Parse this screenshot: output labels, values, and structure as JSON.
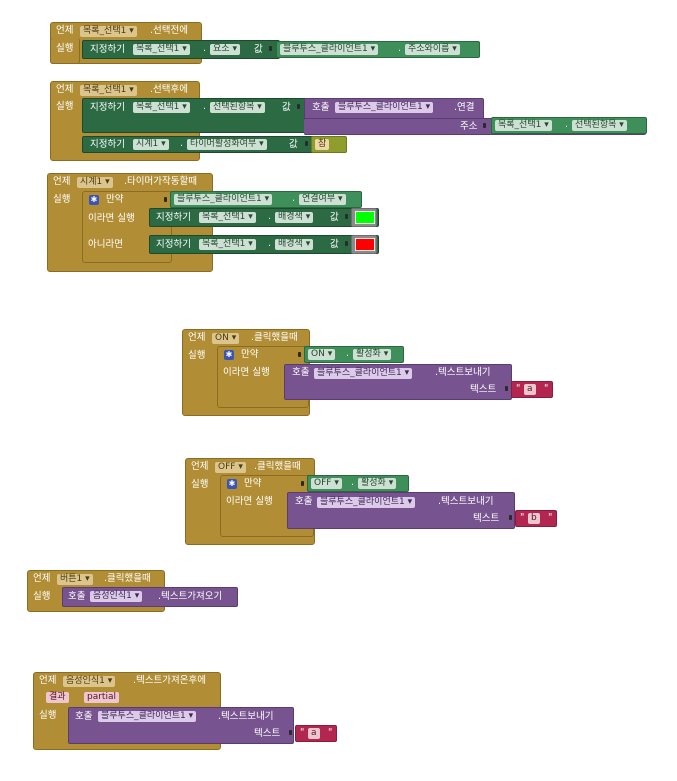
{
  "words": {
    "when": "언제",
    "do": "실행",
    "set": "지정하기",
    "call": "호출",
    "to": "값",
    "if": "만약",
    "then": "이라면",
    "then_do": "이라면 실행",
    "else": "아니라면",
    "dot": "."
  },
  "block1": {
    "component": "목록_선택1",
    "event": ".선택전에",
    "set_component": "목록_선택1",
    "set_property": "요소",
    "value_component": "블루투스_클라이언트1",
    "value_property": "주소와이름"
  },
  "block2": {
    "component": "목록_선택1",
    "event": ".선택후에",
    "set_component": "목록_선택1",
    "set_property": "선택된항목",
    "call_component": "블루투스_클라이언트1",
    "call_method": ".연결",
    "arg_label": "주소",
    "arg_component": "목록_선택1",
    "arg_property": "선택된항목",
    "set2_component": "시계1",
    "set2_property": "타이머활성화여부",
    "bool": "참"
  },
  "block3": {
    "component": "시계1",
    "event": ".타이머가작동할때",
    "cond_component": "블루투스_클라이언트1",
    "cond_property": "연결여부",
    "then_component": "목록_선택1",
    "then_property": "배경색",
    "else_component": "목록_선택1",
    "else_property": "배경색",
    "colors": {
      "then_color": "#00ff00",
      "else_color": "#ff0000"
    }
  },
  "block4": {
    "component": "ON",
    "event": ".클릭했을때",
    "cond_component": "ON",
    "cond_property": "활성화",
    "call_component": "블루투스_클라이언트1",
    "call_method": ".텍스트보내기",
    "arg_label": "텍스트",
    "text": "a"
  },
  "block5": {
    "component": "OFF",
    "event": ".클릭했을때",
    "cond_component": "OFF",
    "cond_property": "활성화",
    "call_component": "블루투스_클라이언트1",
    "call_method": ".텍스트보내기",
    "arg_label": "텍스트",
    "text": "b"
  },
  "block6": {
    "component": "버튼1",
    "event": ".클릭했을때",
    "call_component": "음성인식1",
    "call_method": ".텍스트가져오기"
  },
  "block7": {
    "component": "음성인식1",
    "event": ".텍스트가져온후에",
    "param1": "결과",
    "param2": "partial",
    "call_component": "블루투스_클라이언트1",
    "call_method": ".텍스트보내기",
    "arg_label": "텍스트",
    "text": "a"
  },
  "glyphs": {
    "dropdown": "▾",
    "gear": "✱",
    "quote_open": "\"",
    "quote_close": "\""
  }
}
